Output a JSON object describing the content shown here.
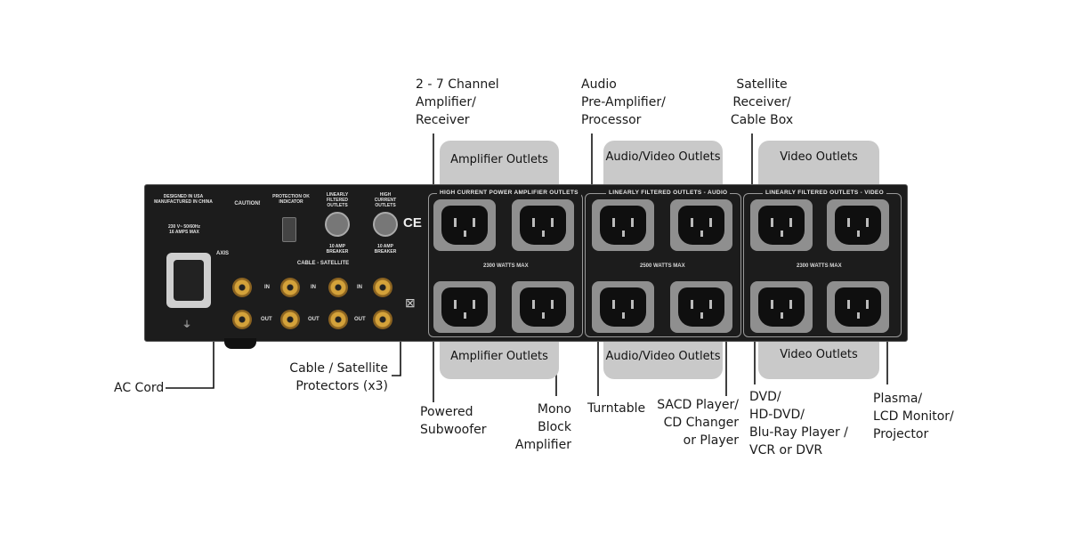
{
  "callouts": {
    "ac_cord": "AC Cord",
    "cable_satellite": "Cable / Satellite\nProtectors (x3)",
    "amplifier_receiver": "2 - 7 Channel\nAmplifier/\nReceiver",
    "audio_preamp": "Audio\nPre-Amplifier/\nProcessor",
    "satellite_receiver": "Satellite\nReceiver/\nCable Box",
    "powered_subwoofer": "Powered\nSubwoofer",
    "mono_block": "Mono\nBlock\nAmplifier",
    "turntable": "Turntable",
    "sacd_player": "SACD Player/\nCD Changer\nor Player",
    "dvd": "DVD/\nHD-DVD/\nBlu-Ray Player /\nVCR or DVR",
    "plasma": "Plasma/\nLCD Monitor/\nProjector"
  },
  "groups": {
    "amplifier_top": "Amplifier Outlets",
    "av_top": "Audio/Video Outlets",
    "video_top": "Video Outlets",
    "amplifier_bottom": "Amplifier Outlets",
    "av_bottom": "Audio/Video Outlets",
    "video_bottom": "Video Outlets"
  },
  "panel": {
    "section_amp": "HIGH CURRENT POWER AMPLIFIER OUTLETS",
    "section_audio": "LINEARLY FILTERED OUTLETS - AUDIO",
    "section_video": "LINEARLY FILTERED OUTLETS - VIDEO",
    "watts_amp": "2300 WATTS MAX",
    "watts_audio": "2500 WATTS MAX",
    "watts_video": "2300 WATTS MAX",
    "designed": "DESIGNED IN USA\nMANUFACTURED IN CHINA",
    "rating": "230 V~ 50/60Hz\n16 AMPS MAX",
    "caution": "CAUTION!",
    "protection": "PROTECTION OK\nINDICATOR",
    "linearly_filtered": "LINEARLY\nFILTERED\nOUTLETS",
    "high_current": "HIGH\nCURRENT\nOUTLETS",
    "breaker_1": "10 AMP\nBREAKER",
    "breaker_2": "10 AMP\nBREAKER",
    "cable_satellite": "CABLE - SATELLITE",
    "brand": "AXIS",
    "ce": "CE",
    "in_label": "IN",
    "out_label": "OUT"
  }
}
